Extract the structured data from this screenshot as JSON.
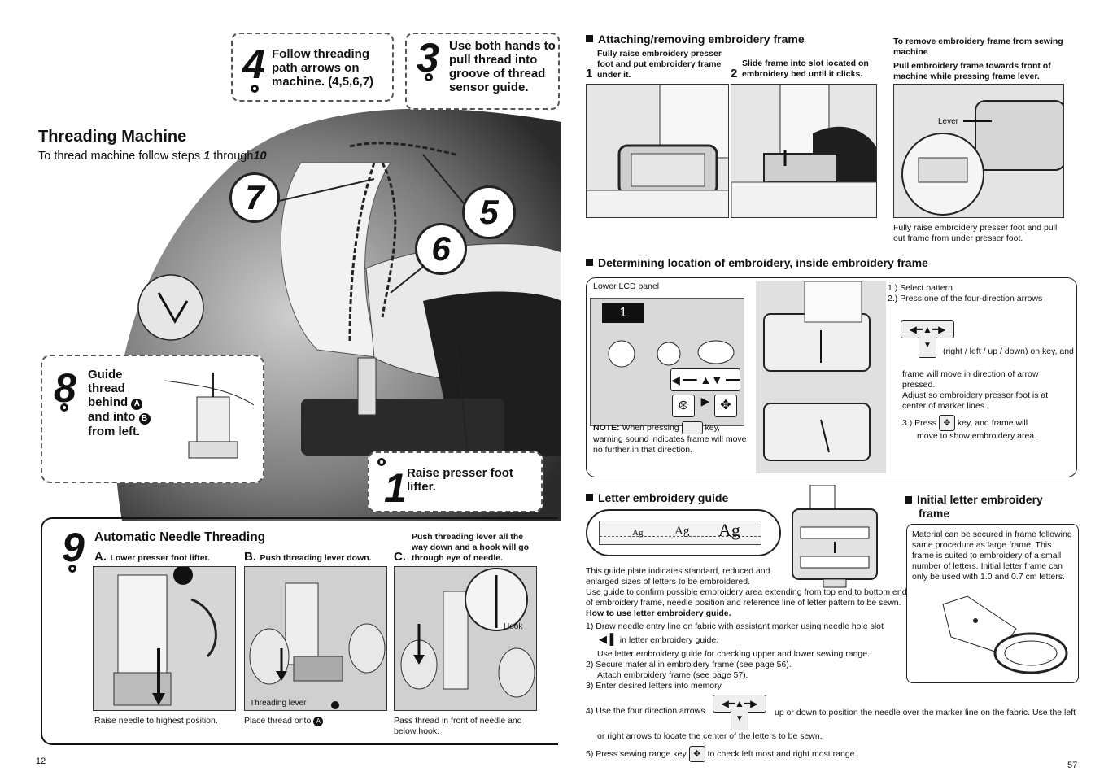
{
  "left_page": {
    "title": "Threading Machine",
    "subtitle_pre": "To thread machine follow steps ",
    "subtitle_bold1": "1",
    "subtitle_mid": " through",
    "subtitle_bold2": "10",
    "step4": {
      "num": "4",
      "text": "Follow threading path arrows on machine. (4,5,6,7)"
    },
    "step3": {
      "num": "3",
      "text": "Use both hands to pull thread into groove of thread sensor guide."
    },
    "step7": "7",
    "step5": "5",
    "step6": "6",
    "step8": {
      "num": "8",
      "line1": "Guide",
      "line2": "thread",
      "line3": "behind",
      "line4": "and into",
      "line5": "from left.",
      "marker_a": "A",
      "marker_b": "B"
    },
    "step1": {
      "num": "1",
      "text": "Raise presser foot lifter."
    },
    "step9": {
      "num": "9",
      "title": "Automatic Needle Threading",
      "a_letter": "A.",
      "a_label": "Lower presser foot lifter.",
      "b_letter": "B.",
      "b_label": "Push threading lever down.",
      "c_letter": "C.",
      "c_label": "Push threading lever all the way down and a hook will go through eye of needle.",
      "caption_a": "Raise needle to highest position.",
      "caption_b": "Place thread onto",
      "caption_b_marker": "A",
      "caption_c": "Pass thread in front of needle and below hook.",
      "photo_b_label": "Threading lever",
      "photo_c_label": "Hook"
    },
    "page_number": "12"
  },
  "right_page": {
    "attach": {
      "heading": "Attaching/removing embroidery frame",
      "step1_num": "1",
      "step1_text": "Fully raise embroidery presser foot and put embroidery frame under it.",
      "step2_num": "2",
      "step2_text": "Slide frame into slot located on embroidery bed until it clicks.",
      "remove_title": "To remove embroidery frame from sewing machine",
      "remove_text": "Pull embroidery frame towards front of machine while pressing frame lever.",
      "lever_label": "Lever",
      "remove_caption": "Fully raise embroidery presser foot and pull out frame from under presser foot."
    },
    "locate": {
      "heading": "Determining location of embroidery, inside embroidery frame",
      "lcd_label": "Lower LCD panel",
      "lcd_number": "1",
      "note_label": "NOTE:",
      "note_text1": "When pressing",
      "note_text2": "key,",
      "note_text3": "warning sound indicates frame will move no further in that direction.",
      "item1": "1.) Select pattern",
      "item2": "2.) Press one of the four-direction arrows",
      "item2_cont": "(right / left / up / down) on key, and",
      "item2_cont2": "frame will move in direction of arrow pressed.",
      "item2_cont3": "Adjust so embroidery presser foot is at center of marker lines.",
      "item3_pre": "3.) Press",
      "item3_post": "key, and frame will",
      "item3_cont": "move to show embroidery area."
    },
    "letter": {
      "heading": "Letter embroidery guide",
      "guide_sample1": "Ag",
      "guide_sample2": "Ag",
      "guide_sample3": "Ag",
      "p1": "This guide plate indicates standard, reduced and enlarged sizes of letters to be embroidered.",
      "p2": "Use guide to confirm possible embroidery area extending from top end to bottom end of embroidery frame, needle position and reference line of letter pattern to be sewn.",
      "how_title": "How to use letter embroidery guide.",
      "s1": "1) Draw needle entry line on fabric with assistant marker using needle hole slot",
      "s1b": "in letter embroidery guide.",
      "s1c": "Use letter embroidery guide for checking upper and lower sewing range.",
      "s2": "2) Secure material in embroidery frame (see page 56).",
      "s2b": "Attach embroidery frame (see page 57).",
      "s3": "3) Enter desired letters into memory.",
      "s4": "4) Use the four direction arrows",
      "s4b": "up or down to position the needle over the marker line on the fabric. Use the left",
      "s4c": "or right arrows to locate the center of the letters to be sewn.",
      "s5": "5) Press sewing range key",
      "s5b": "to check left most and right most range."
    },
    "initial": {
      "heading_line1": "Initial letter embroidery",
      "heading_line2": "frame",
      "text": "Material can be secured in frame following same procedure as large frame. This frame is suited to embroidery of a small number of letters. Initial letter frame can only be used with 1.0 and 0.7 cm letters."
    },
    "page_number": "57"
  }
}
